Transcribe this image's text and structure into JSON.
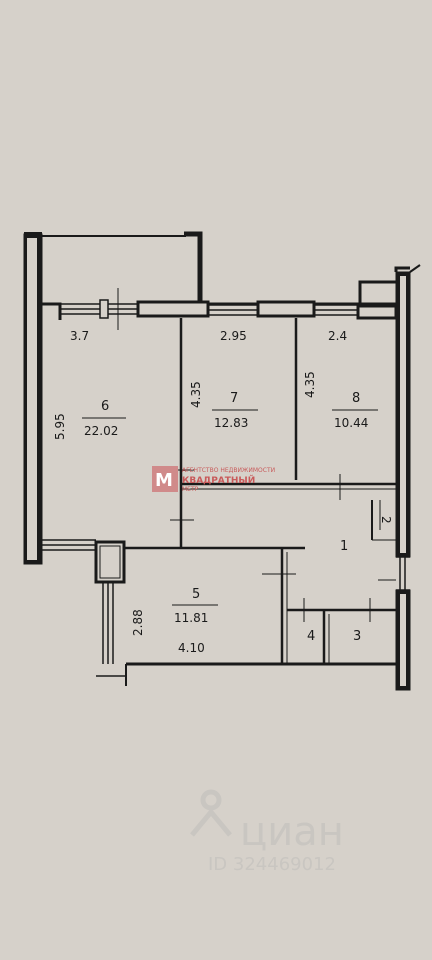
{
  "rooms": [
    {
      "number": "6",
      "area": "22.02"
    },
    {
      "number": "7",
      "area": "12.83"
    },
    {
      "number": "8",
      "area": "10.44"
    },
    {
      "number": "1"
    },
    {
      "number": "2"
    },
    {
      "number": "5",
      "area": "11.81",
      "extra": "4.10"
    },
    {
      "number": "4"
    },
    {
      "number": "3"
    }
  ],
  "dimensions": {
    "room6_width": "3.7",
    "room6_height": "5.95",
    "room7_width": "2.95",
    "room7_height": "4.35",
    "room8_width": "2.4",
    "room8_height": "4.35",
    "room5_height": "2.88"
  },
  "watermark": {
    "agency_line1": "АГЕНТСТВО НЕДВИЖИМОСТИ",
    "agency_name": "КВАДРАТНЫЙ",
    "agency_line3": "МЕТР",
    "logo_letter": "M",
    "site_name": "циан",
    "listing_id": "ID 324469012"
  },
  "colors": {
    "paper": "#d6d1ca",
    "wall": "#1a1a1a",
    "watermark_red": "#c85a5a",
    "watermark_grey": "#c9c6c1"
  }
}
